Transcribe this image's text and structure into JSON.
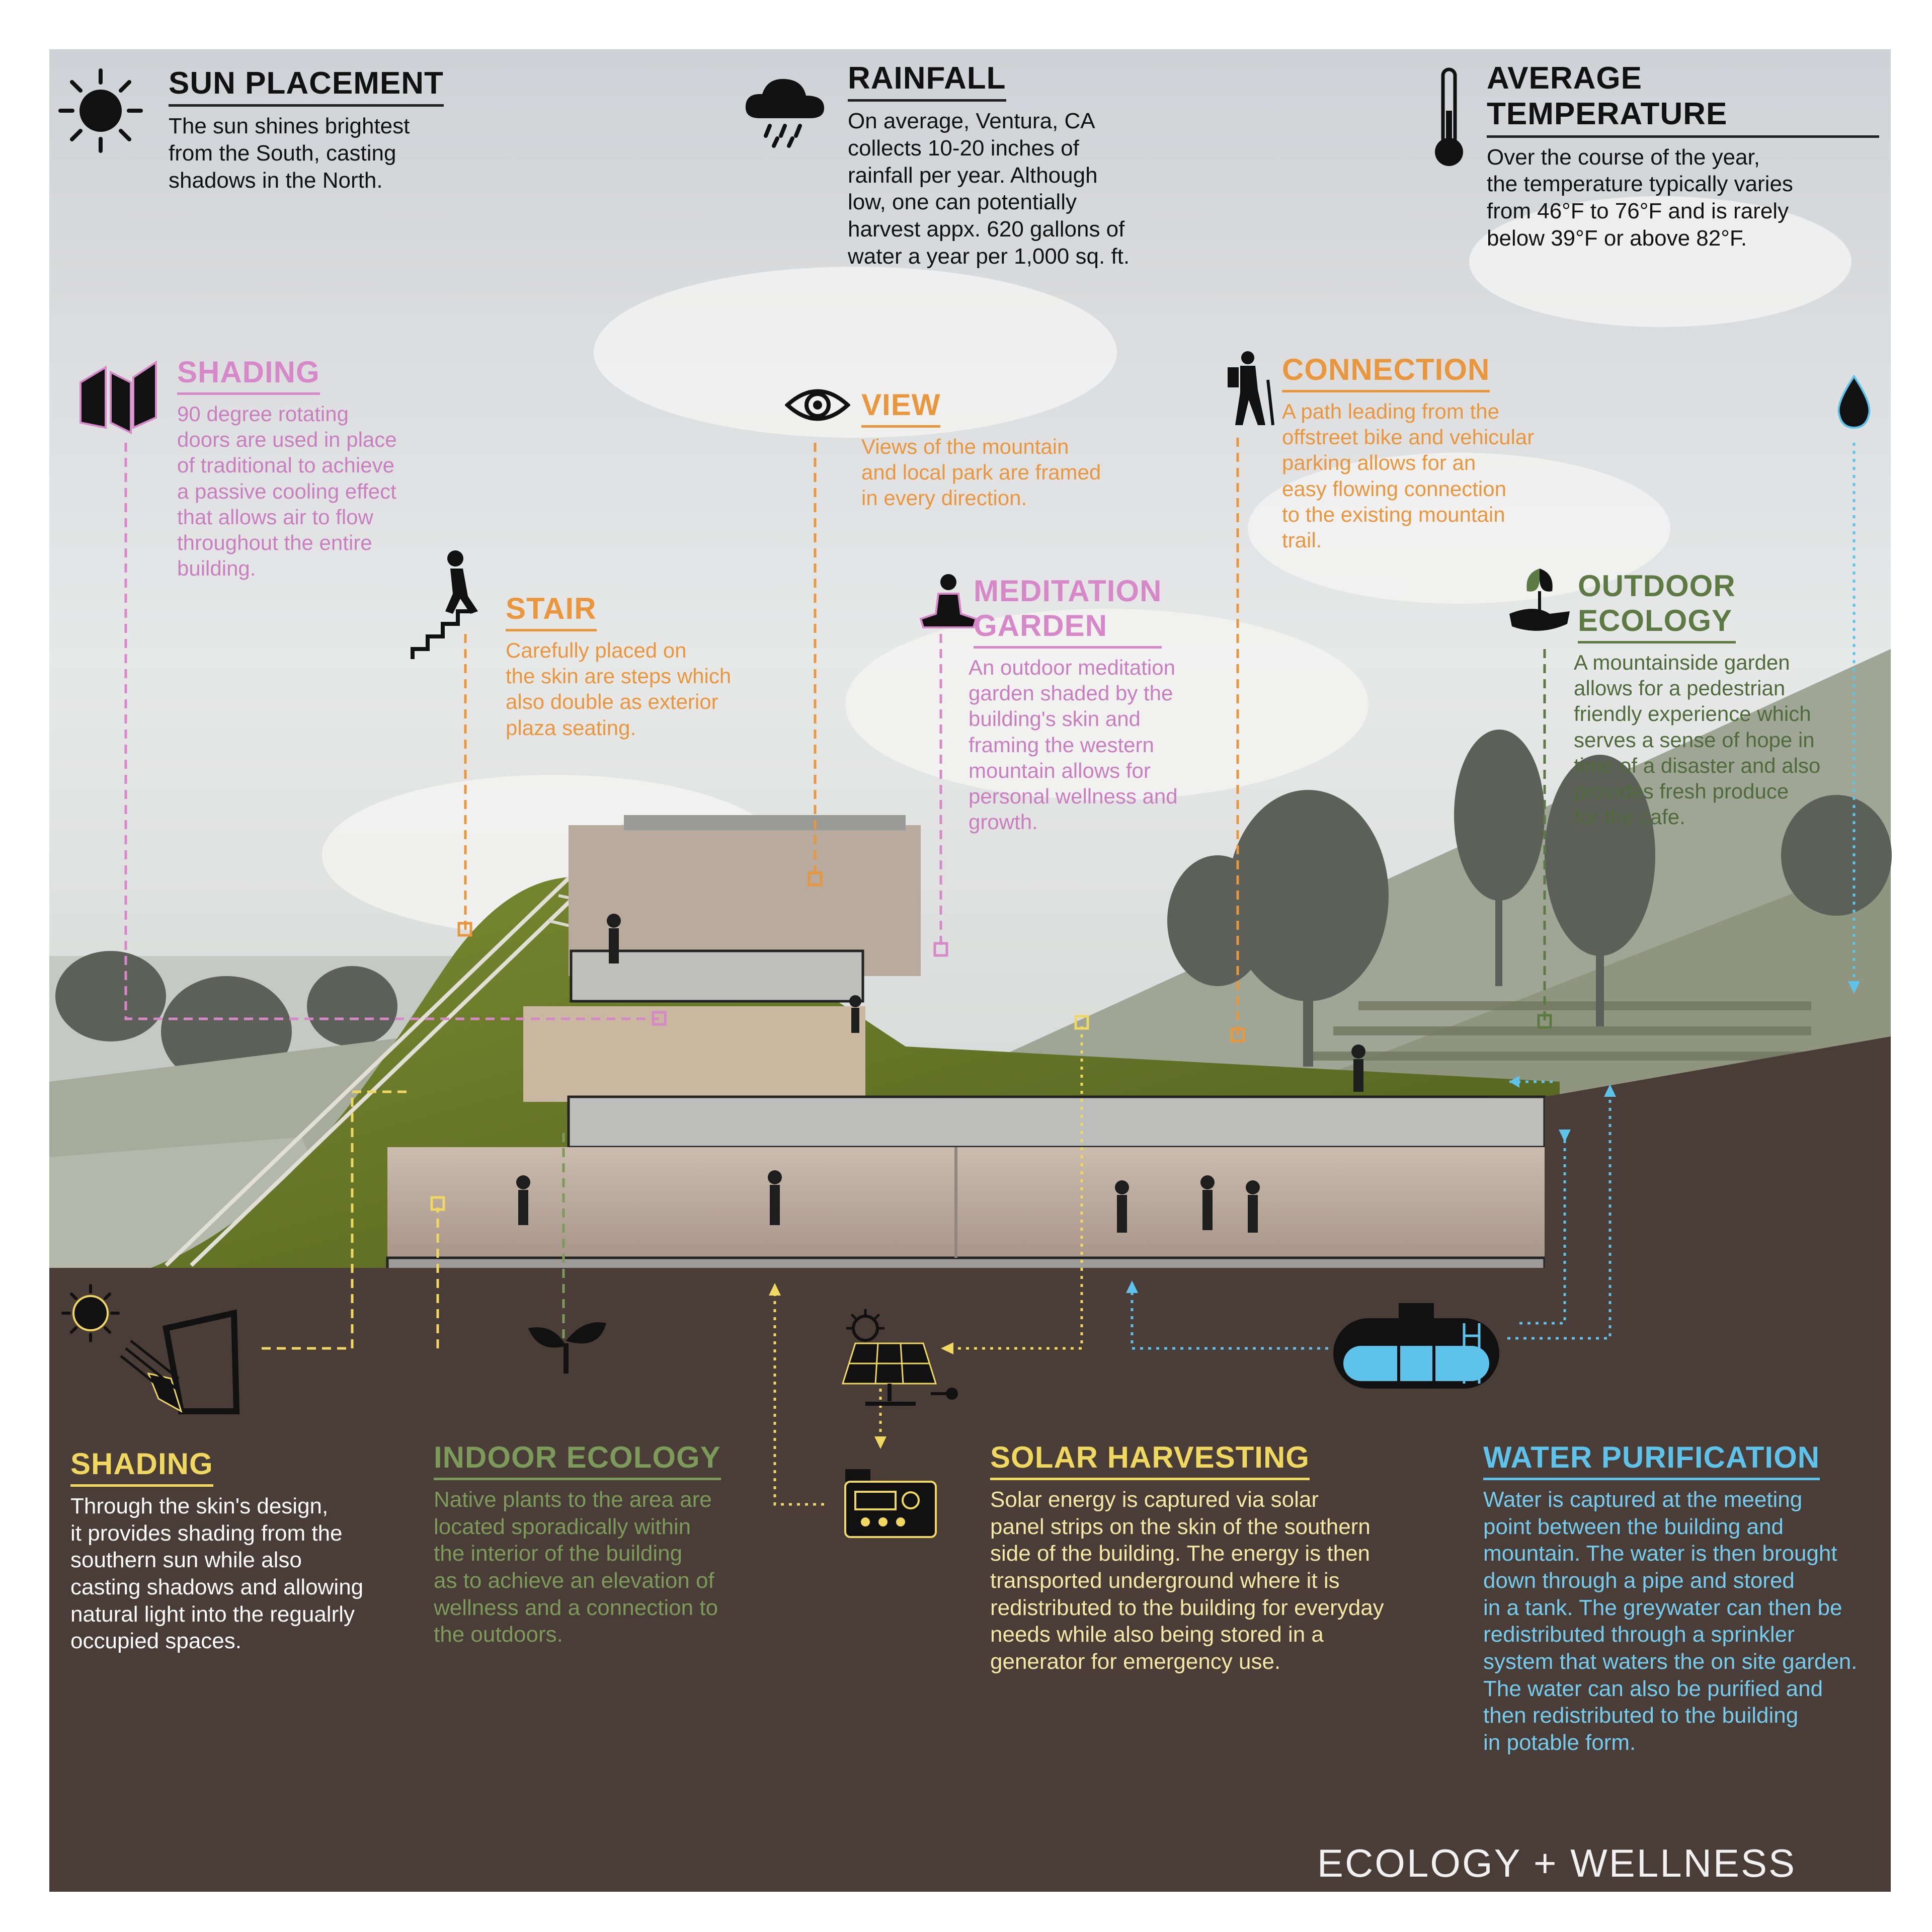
{
  "top_facts": [
    {
      "title": "SUN PLACEMENT",
      "lines": [
        "The sun shines brightest",
        "from the South, casting",
        "shadows in the North."
      ]
    },
    {
      "title": "RAINFALL",
      "lines": [
        "On average, Ventura, CA",
        "collects 10-20 inches of",
        "rainfall per year. Although",
        "low, one can potentially",
        "harvest appx. 620 gallons of",
        "water a year per 1,000 sq. ft."
      ]
    },
    {
      "title": "AVERAGE TEMPERATURE",
      "lines": [
        "Over the course of the year,",
        "the temperature typically varies",
        "from 46°F to 76°F and is rarely",
        "below 39°F or above 82°F."
      ]
    }
  ],
  "section_callouts": {
    "shading": {
      "title": "SHADING",
      "lines": [
        "90 degree rotating",
        "doors are used in place",
        "of traditional to achieve",
        "a passive cooling effect",
        "that allows air to flow",
        "throughout the entire",
        "building."
      ]
    },
    "stair": {
      "title": "STAIR",
      "lines": [
        "Carefully placed on",
        "the skin are steps which",
        "also double as exterior",
        "plaza seating."
      ]
    },
    "view": {
      "title": "VIEW",
      "lines": [
        "Views of the mountain",
        "and local park are framed",
        "in every direction."
      ]
    },
    "meditation": {
      "title_lines": [
        "MEDITATION",
        "GARDEN"
      ],
      "lines": [
        "An outdoor meditation",
        "garden shaded by the",
        "building's skin and",
        "framing the western",
        " mountain allows for",
        "personal wellness and",
        "growth."
      ]
    },
    "connection": {
      "title": "CONNECTION",
      "lines": [
        "A path leading from the",
        "offstreet bike and vehicular",
        "parking allows for an",
        "easy flowing connection",
        "to the existing mountain",
        "trail."
      ]
    },
    "outdoor": {
      "title_lines": [
        "OUTDOOR",
        "ECOLOGY"
      ],
      "lines": [
        "A mountainside garden",
        "allows for a pedestrian",
        "friendly experience which",
        "serves a sense of hope in",
        "time of a disaster and also",
        "provides fresh produce",
        "for the cafe."
      ]
    }
  },
  "ground_callouts": {
    "shading": {
      "title": "SHADING",
      "lines": [
        "Through the skin's design,",
        "it provides shading from the",
        "southern sun while also",
        "casting shadows and allowing",
        "natural light into the regualrly",
        "occupied spaces."
      ]
    },
    "indoor": {
      "title": "INDOOR ECOLOGY",
      "lines": [
        "Native plants to the area are",
        "located sporadically within",
        "the interior of the building",
        "as to achieve an elevation of",
        "wellness and a connection to",
        "the outdoors."
      ]
    },
    "solar": {
      "title": "SOLAR HARVESTING",
      "lines": [
        "Solar energy is captured via solar",
        "panel strips on the skin of the southern",
        "side of the building. The energy is then",
        "transported underground where it is",
        "redistributed to the building for everyday",
        " needs while also being stored in a",
        "generator for emergency use."
      ]
    },
    "water": {
      "title": "WATER PURIFICATION",
      "lines": [
        "Water is captured at the meeting",
        "point between the building and",
        "mountain. The water is then brought",
        "down through a pipe and stored",
        "in a tank. The greywater can then be",
        "redistributed through a sprinkler",
        "system that waters the on site garden.",
        "The water can also be purified and",
        "then redistributed to the building",
        "in potable form."
      ]
    }
  },
  "footer": {
    "label": "ECOLOGY + WELLNESS"
  },
  "colors": {
    "sky": "#d9dcdf",
    "soil": "#4a3c37",
    "green_roof": "#6a7a2c",
    "hill": "#9aa08e",
    "pink": "#d688c9",
    "orange": "#e9963c",
    "yellow": "#f0d860",
    "cyan": "#5ec3ea",
    "olive": "#5d7a45"
  },
  "icons": [
    "sun-icon",
    "rain-cloud-icon",
    "thermometer-icon",
    "rotating-door-icon",
    "climber-stair-icon",
    "eye-icon",
    "meditation-icon",
    "hiker-icon",
    "hand-plant-icon",
    "water-drop-icon",
    "sun-shade-icon",
    "sprout-icon",
    "solar-panel-icon",
    "generator-icon",
    "water-tank-icon"
  ]
}
